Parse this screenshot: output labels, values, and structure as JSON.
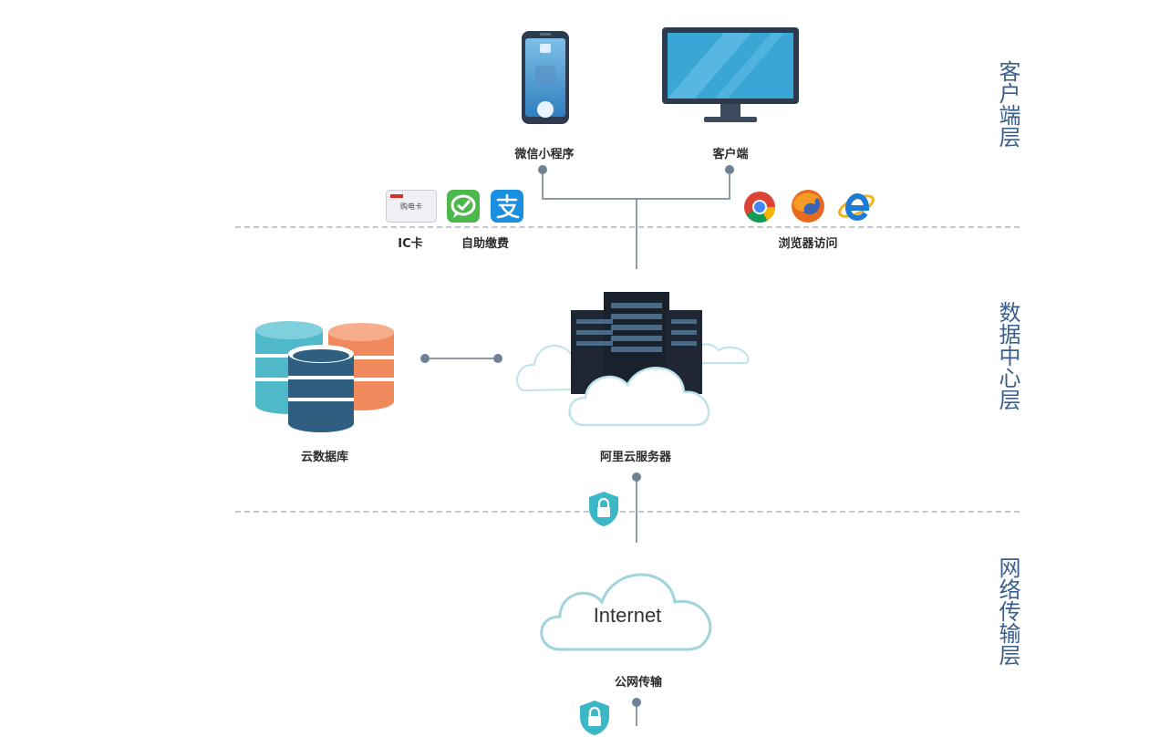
{
  "layers": {
    "client": "客户端层",
    "datacenter": "数据中心层",
    "network": "网络传输层"
  },
  "nodes": {
    "wechat_mini": "微信小程序",
    "client_app": "客户端",
    "ic_card": "IC卡",
    "self_payment": "自助缴费",
    "browser_access": "浏览器访问",
    "cloud_database": "云数据库",
    "aliyun_server": "阿里云服务器",
    "internet": "Internet",
    "public_transport": "公网传输"
  },
  "card_text": "购电卡",
  "colors": {
    "layer_title": "#3a5f8c",
    "teal": "#4fb8c9",
    "orange": "#f08a5d",
    "navy": "#2f5f80",
    "screen": "#3aa6d6",
    "wechat": "#4cb84c",
    "alipay": "#1a8fe0",
    "line": "#8e9aa6"
  }
}
